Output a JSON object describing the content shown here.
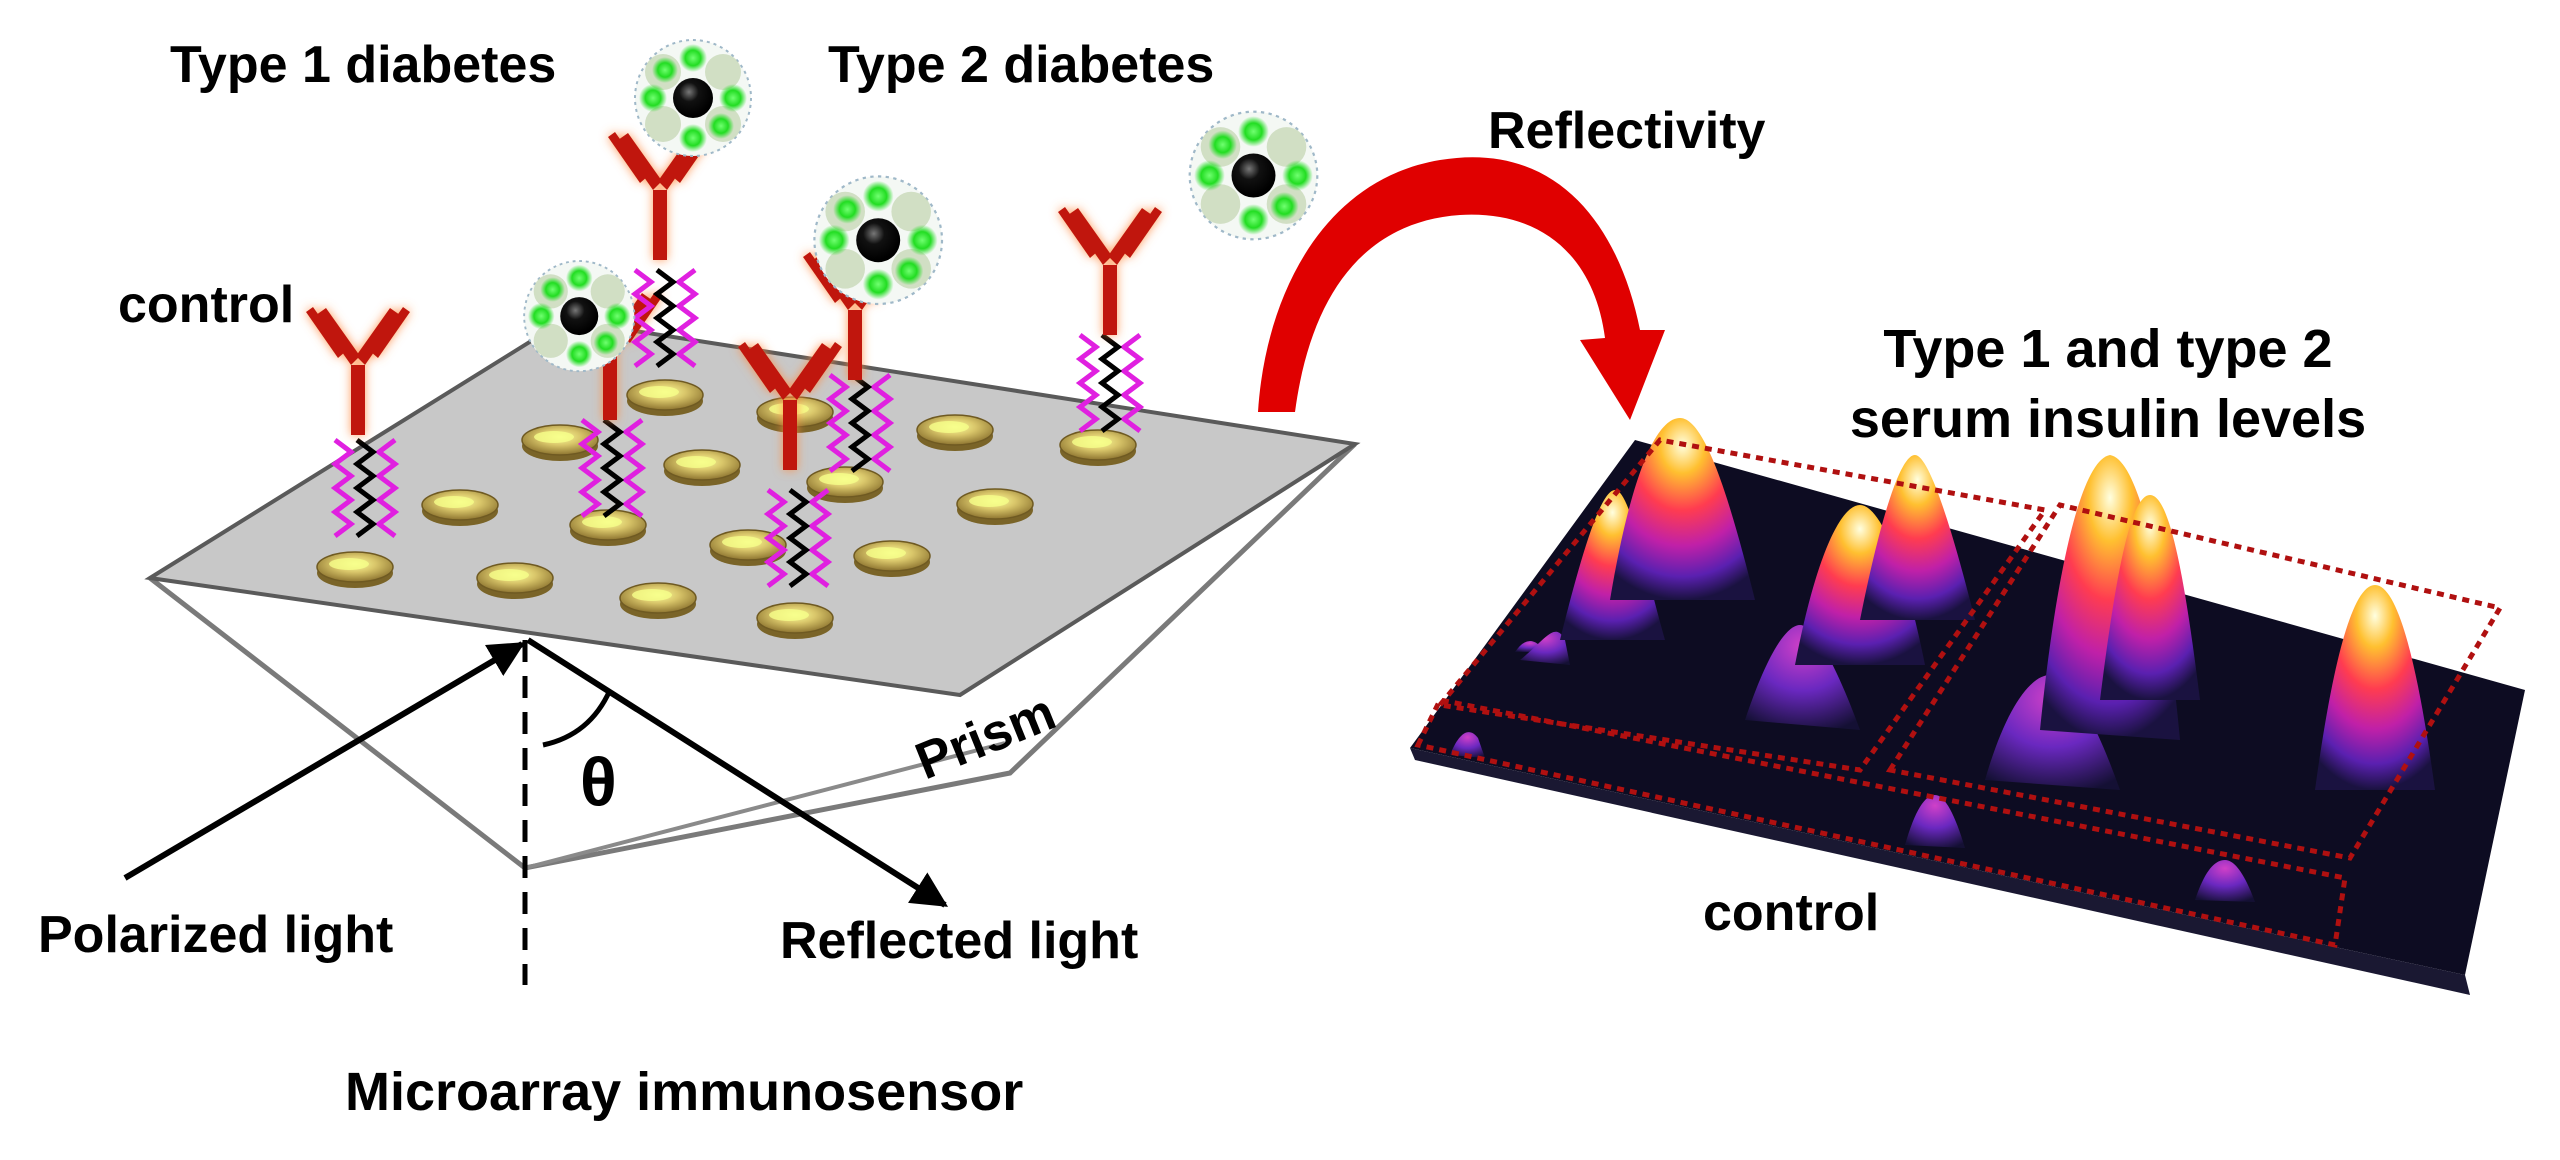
{
  "labels": {
    "type1": "Type 1 diabetes",
    "type2": "Type 2 diabetes",
    "control_left": "control",
    "reflectivity": "Reflectivity",
    "levels_line1": "Type 1 and type 2",
    "levels_line2": "serum insulin levels",
    "prism": "Prism",
    "theta": "θ",
    "polarized": "Polarized light",
    "reflected": "Reflected light",
    "control_right": "control",
    "caption": "Microarray immunosensor"
  },
  "colors": {
    "antibody": "#c0170f",
    "linker": "#e020e0",
    "spot": "#d8c878",
    "arrow": "#e00000",
    "box": "#b01010",
    "map_bg": "#0d0c22"
  }
}
